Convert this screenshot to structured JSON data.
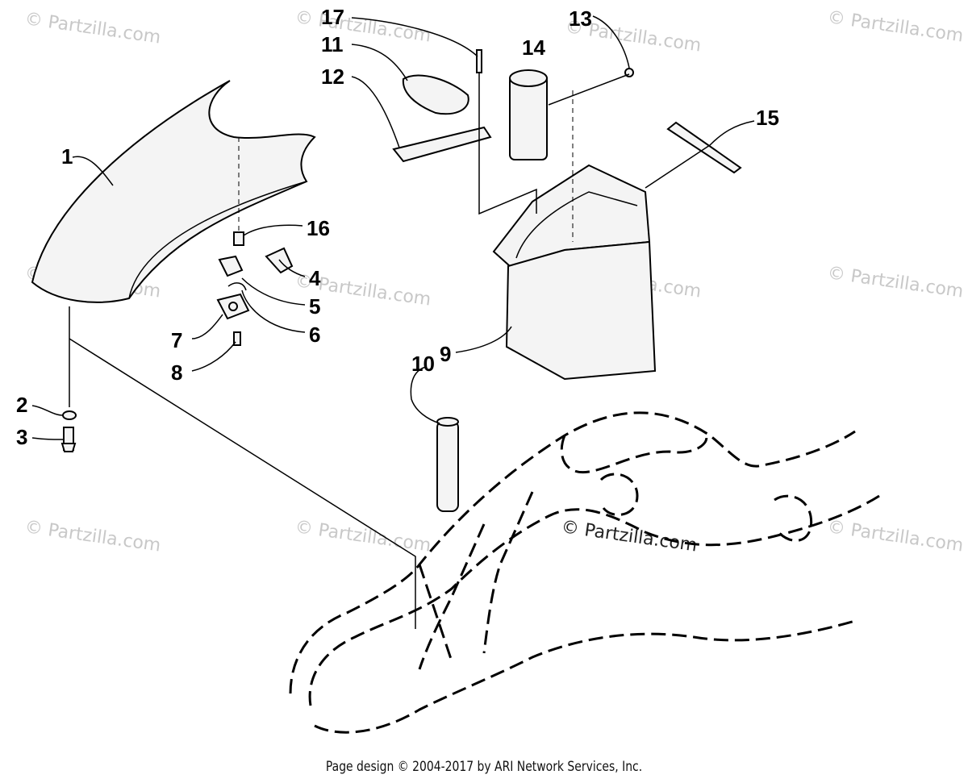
{
  "watermark": "© Partzilla.com",
  "footer": "Page design © 2004-2017 by ARI Network Services, Inc.",
  "callouts": [
    "1",
    "2",
    "3",
    "4",
    "5",
    "6",
    "7",
    "8",
    "9",
    "10",
    "11",
    "12",
    "13",
    "14",
    "15",
    "16",
    "17"
  ]
}
